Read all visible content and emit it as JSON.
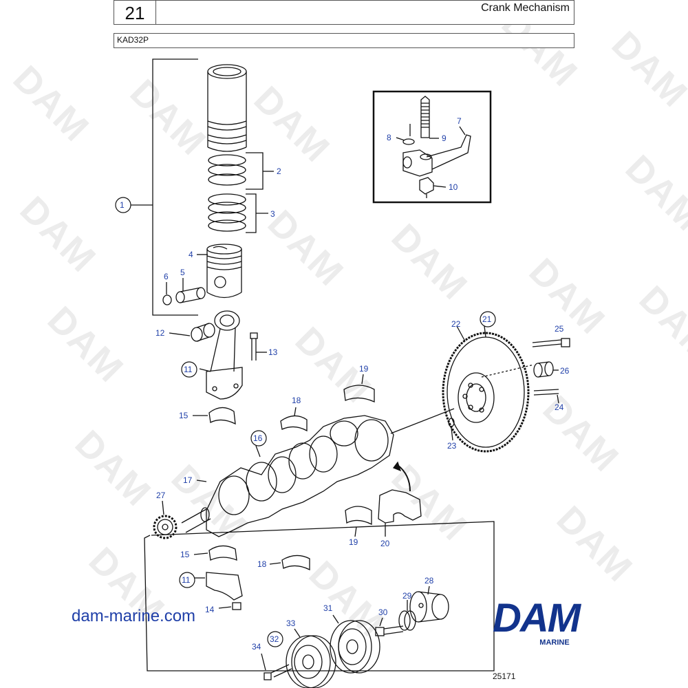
{
  "header": {
    "section_number": "21",
    "title": "Crank Mechanism",
    "model": "KAD32P"
  },
  "watermark": "DAM",
  "website": "dam-marine.com",
  "logo": {
    "name": "DAM",
    "subtitle": "MARINE"
  },
  "figure_number": "25171",
  "colors": {
    "label_blue": "#1f3fa8",
    "logo_blue": "#12338c"
  },
  "callouts": [
    "1",
    "2",
    "3",
    "4",
    "5",
    "6",
    "7",
    "8",
    "9",
    "10",
    "11",
    "12",
    "13",
    "14",
    "15",
    "16",
    "17",
    "18",
    "19",
    "20",
    "21",
    "22",
    "23",
    "24",
    "25",
    "26",
    "27",
    "28",
    "29",
    "30",
    "31",
    "32",
    "33",
    "34"
  ]
}
